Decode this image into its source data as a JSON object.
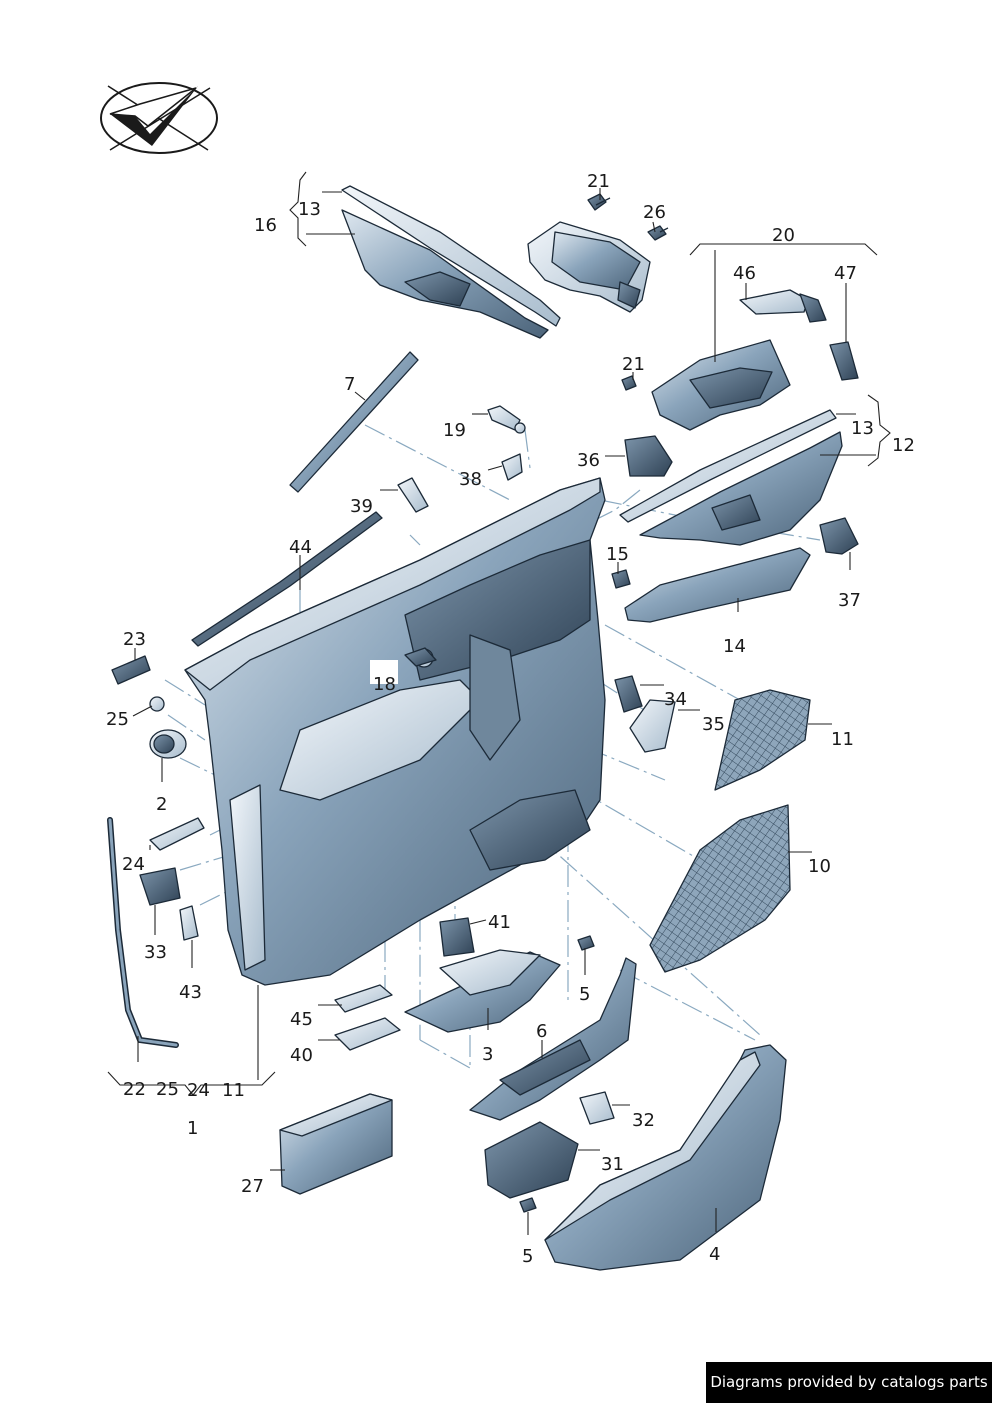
{
  "diagram": {
    "labels": [
      {
        "id": "l13a",
        "text": "13"
      },
      {
        "id": "l16",
        "text": "16"
      },
      {
        "id": "l21a",
        "text": "21"
      },
      {
        "id": "l26",
        "text": "26"
      },
      {
        "id": "l20",
        "text": "20"
      },
      {
        "id": "l46",
        "text": "46"
      },
      {
        "id": "l47",
        "text": "47"
      },
      {
        "id": "l7",
        "text": "7"
      },
      {
        "id": "l21b",
        "text": "21"
      },
      {
        "id": "l19",
        "text": "19"
      },
      {
        "id": "l13b",
        "text": "13"
      },
      {
        "id": "l12",
        "text": "12"
      },
      {
        "id": "l36",
        "text": "36"
      },
      {
        "id": "l38",
        "text": "38"
      },
      {
        "id": "l39",
        "text": "39"
      },
      {
        "id": "l44",
        "text": "44"
      },
      {
        "id": "l15",
        "text": "15"
      },
      {
        "id": "l37",
        "text": "37"
      },
      {
        "id": "l14",
        "text": "14"
      },
      {
        "id": "l23",
        "text": "23"
      },
      {
        "id": "l18",
        "text": "18"
      },
      {
        "id": "l25a",
        "text": "25"
      },
      {
        "id": "l34",
        "text": "34"
      },
      {
        "id": "l35",
        "text": "35"
      },
      {
        "id": "l11a",
        "text": "11"
      },
      {
        "id": "l2",
        "text": "2"
      },
      {
        "id": "l24a",
        "text": "24"
      },
      {
        "id": "l10",
        "text": "10"
      },
      {
        "id": "l33",
        "text": "33"
      },
      {
        "id": "l41",
        "text": "41"
      },
      {
        "id": "l43",
        "text": "43"
      },
      {
        "id": "l5a",
        "text": "5"
      },
      {
        "id": "l45",
        "text": "45"
      },
      {
        "id": "l6",
        "text": "6"
      },
      {
        "id": "l40",
        "text": "40"
      },
      {
        "id": "l3",
        "text": "3"
      },
      {
        "id": "l22",
        "text": "22"
      },
      {
        "id": "l25b",
        "text": "25"
      },
      {
        "id": "l24b",
        "text": "24"
      },
      {
        "id": "l11b",
        "text": "11"
      },
      {
        "id": "l32",
        "text": "32"
      },
      {
        "id": "l1",
        "text": "1"
      },
      {
        "id": "l31",
        "text": "31"
      },
      {
        "id": "l27",
        "text": "27"
      },
      {
        "id": "l4",
        "text": "4"
      },
      {
        "id": "l5b",
        "text": "5"
      }
    ],
    "colors": {
      "part_fill": "#7f9bb4",
      "part_fill_light": "#c9d7e3",
      "part_fill_dark": "#4b6379",
      "outline": "#1c2a38",
      "leader": "#222222",
      "centerline": "#8aa9c0"
    },
    "logo_icon": "check-mark-in-ellipse-logo"
  },
  "footer": {
    "text": "Diagrams provided by catalogs parts"
  }
}
